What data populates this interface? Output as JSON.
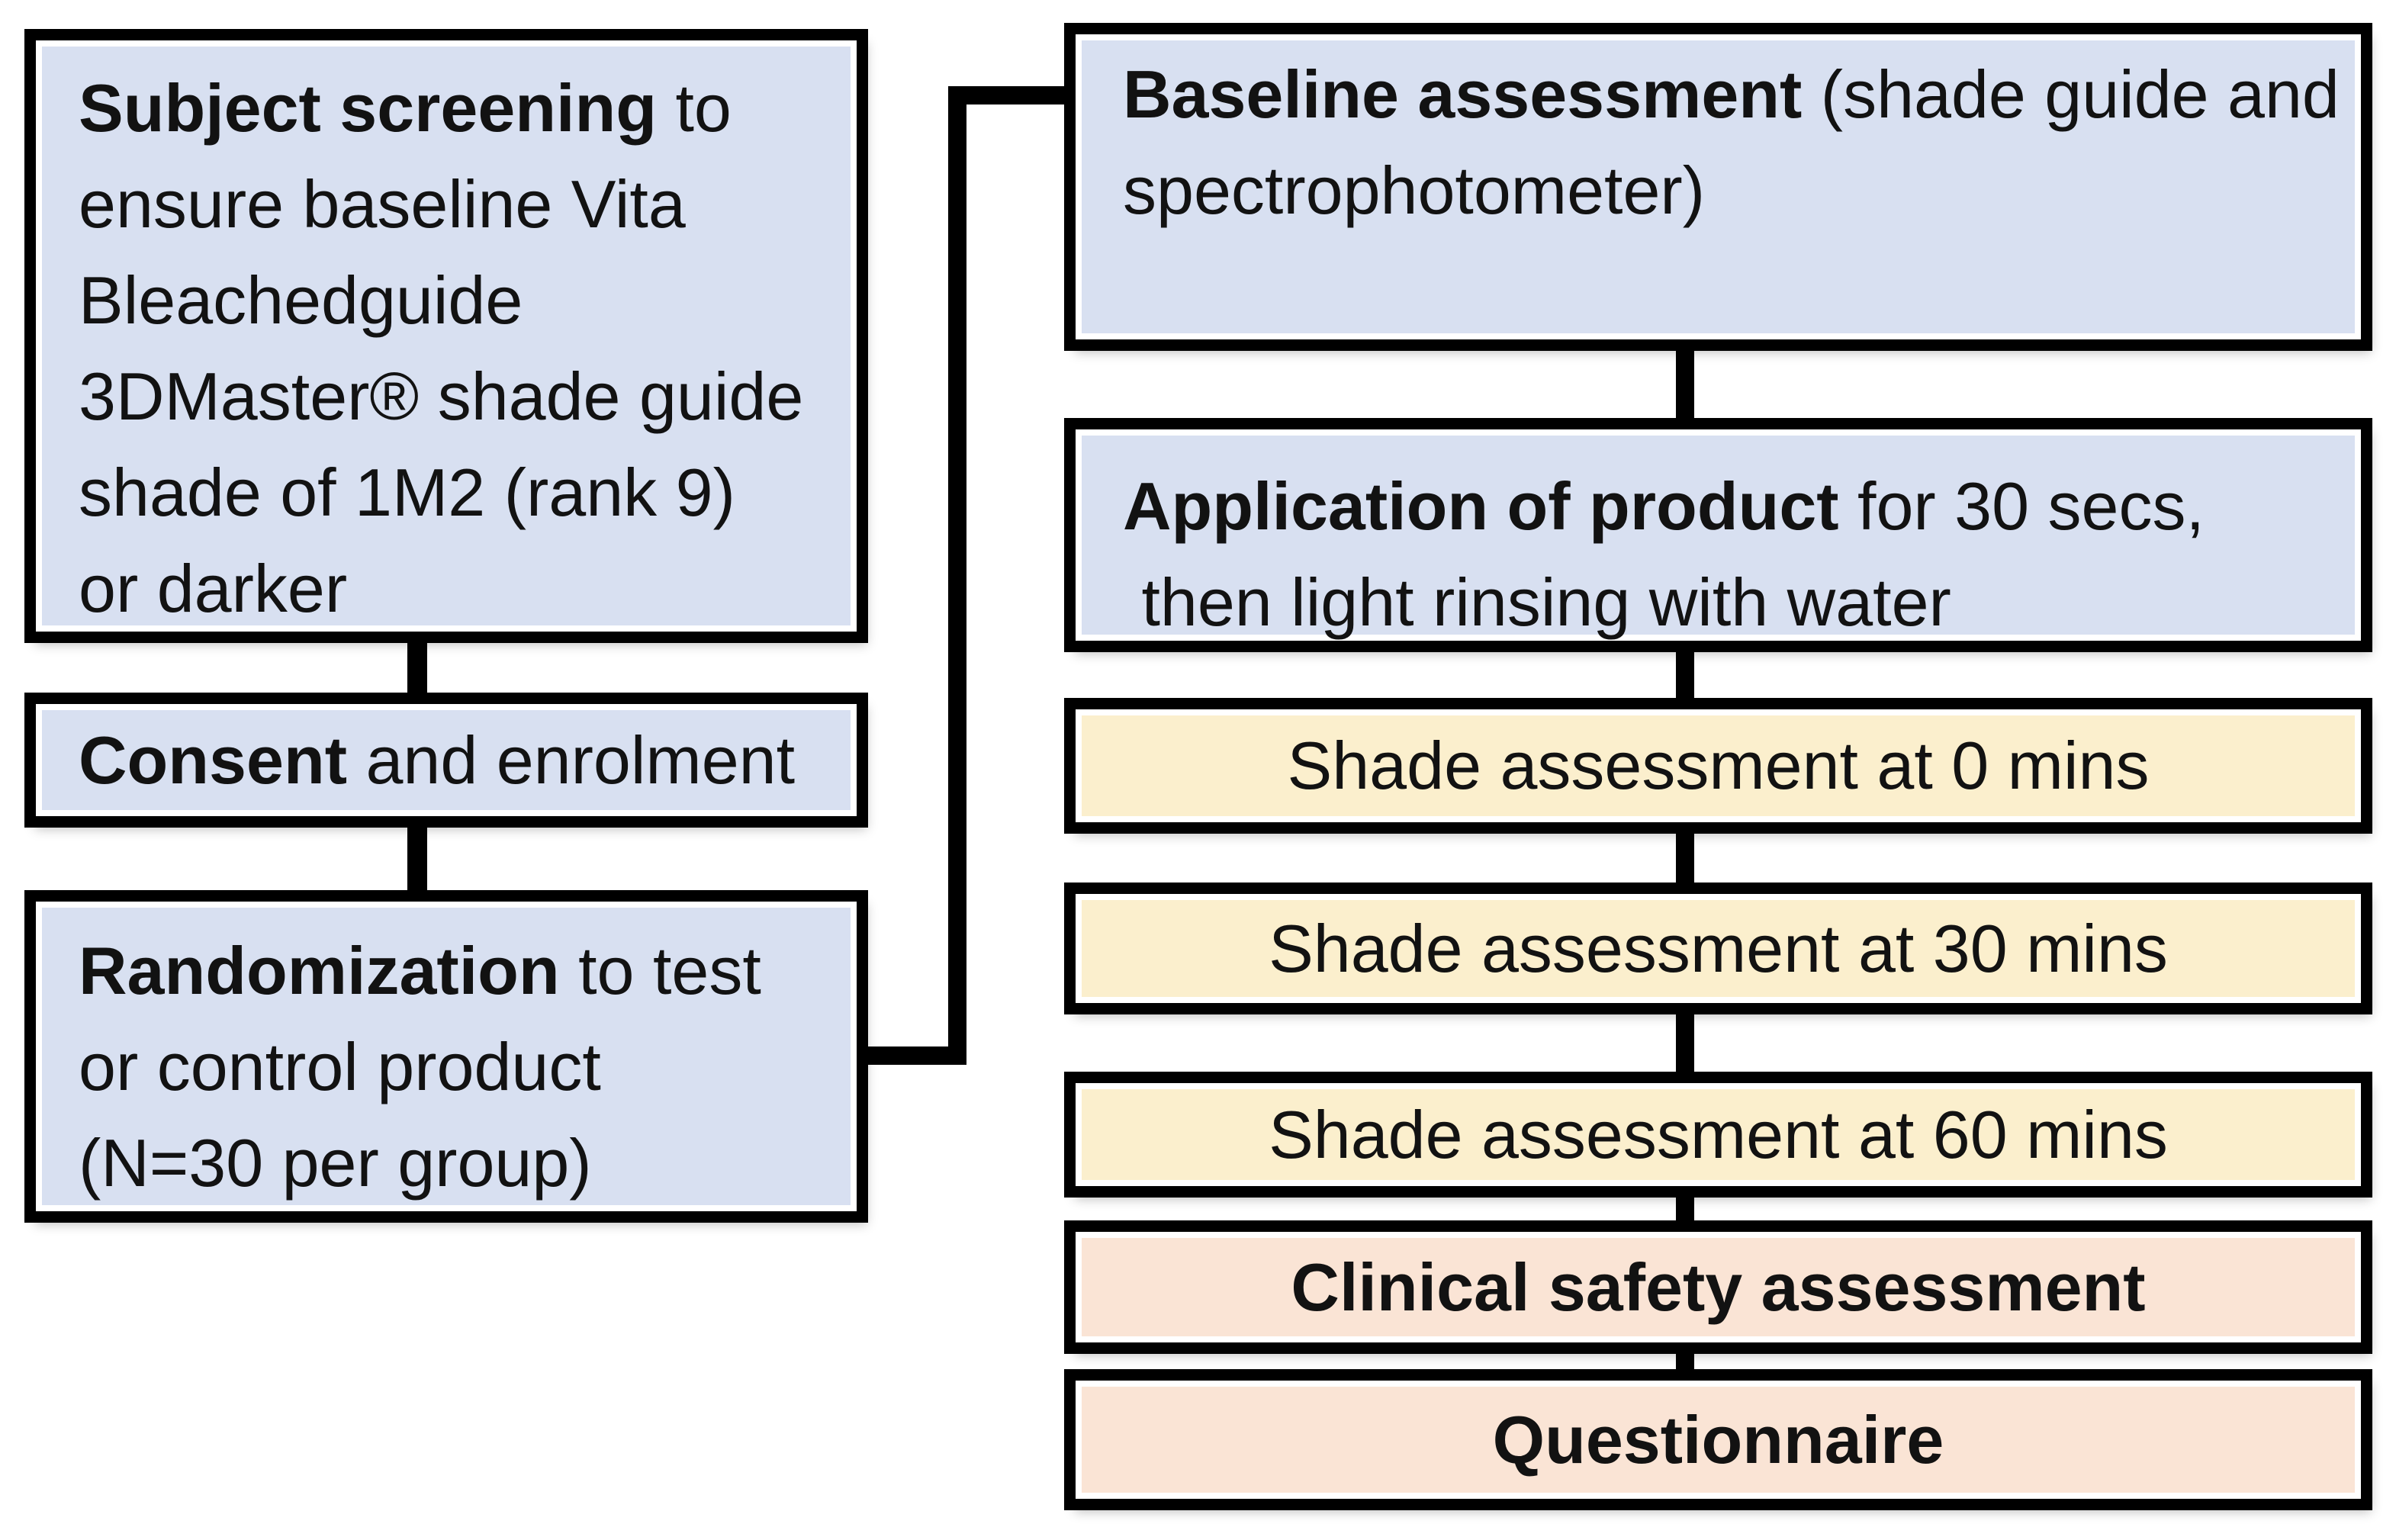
{
  "colors": {
    "box_fill_blue": "#d8e0f1",
    "box_fill_yellow": "#fbefcd",
    "box_fill_peach": "#fae4d5",
    "box_border": "#000000",
    "connector": "#000000",
    "text": "#121212",
    "background": "#ffffff"
  },
  "left_column": [
    {
      "id": "subject-screening",
      "fill": "blue",
      "bold": "Subject screening",
      "rest": " to\nensure baseline Vita\nBleachedguide\n3DMaster® shade guide\nshade of 1M2 (rank 9)\nor darker"
    },
    {
      "id": "consent",
      "fill": "blue",
      "bold": "Consent",
      "rest": " and enrolment"
    },
    {
      "id": "randomization",
      "fill": "blue",
      "bold": "Randomization",
      "rest": " to test\nor control product\n(N=30 per group)"
    }
  ],
  "right_column": [
    {
      "id": "baseline-assessment",
      "fill": "blue",
      "bold": "Baseline assessment",
      "rest": " (shade guide and\nspectrophotometer)"
    },
    {
      "id": "application-of-product",
      "fill": "blue",
      "bold": "Application of product",
      "rest": " for 30 secs,\n then light rinsing with water"
    },
    {
      "id": "shade-assessment-0",
      "fill": "yellow",
      "bold": "",
      "rest": "Shade assessment at 0 mins"
    },
    {
      "id": "shade-assessment-30",
      "fill": "yellow",
      "bold": "",
      "rest": "Shade assessment at 30 mins"
    },
    {
      "id": "shade-assessment-60",
      "fill": "yellow",
      "bold": "",
      "rest": "Shade assessment at 60 mins"
    },
    {
      "id": "clinical-safety-assessment",
      "fill": "peach",
      "bold": "Clinical safety assessment",
      "rest": ""
    },
    {
      "id": "questionnaire",
      "fill": "peach",
      "bold": "Questionnaire",
      "rest": ""
    }
  ]
}
